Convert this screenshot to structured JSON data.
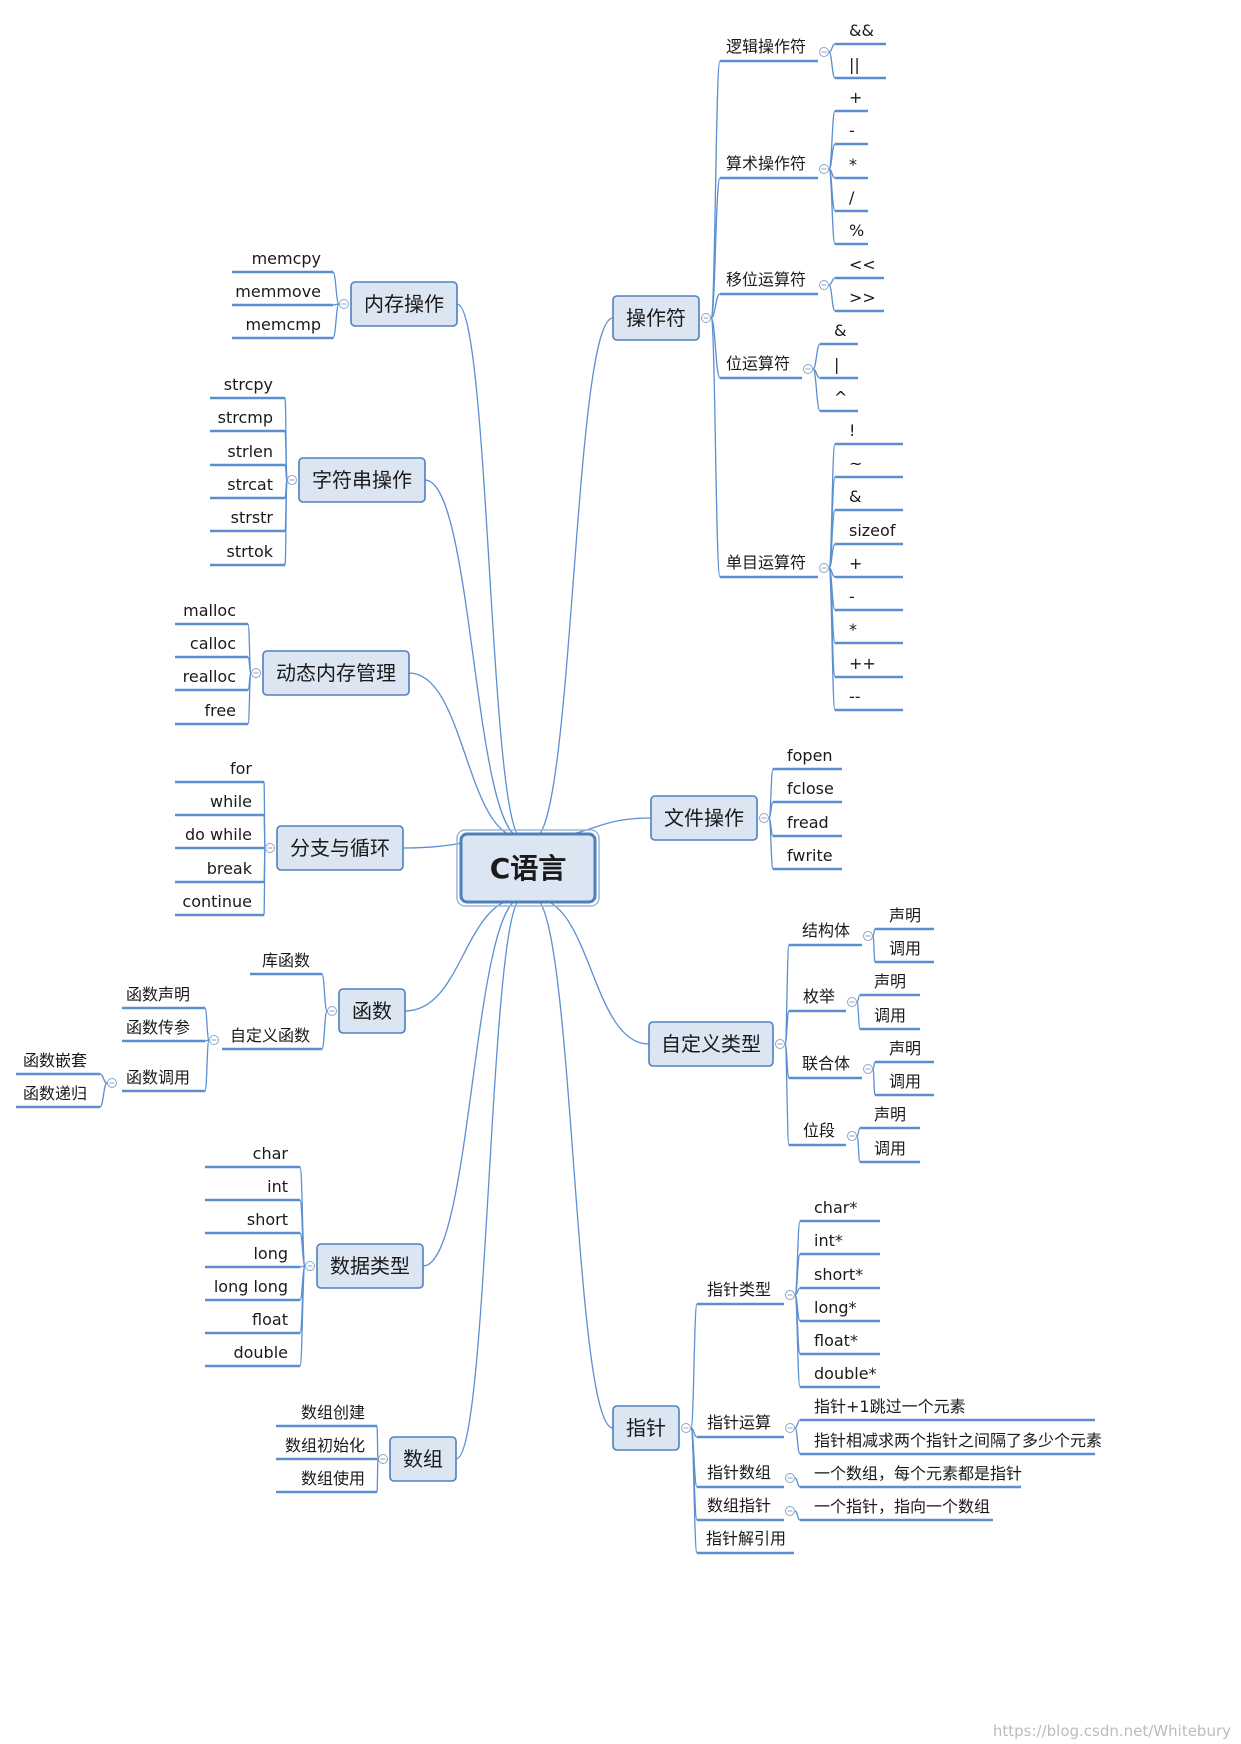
{
  "root": "C语言",
  "watermark": "https://blog.csdn.net/Whitebury",
  "colors": {
    "line": "#5b8fd1",
    "node_fill": "#dce6f2",
    "node_stroke": "#4e80bd",
    "root_fill": "#dce6f2",
    "root_stroke": "#4e80bd"
  },
  "branches": [
    {
      "label": "操作符",
      "children": [
        {
          "label": "逻辑操作符",
          "children": [
            {
              "label": "&&"
            },
            {
              "label": "||"
            }
          ]
        },
        {
          "label": "算术操作符",
          "children": [
            {
              "label": "+"
            },
            {
              "label": "-"
            },
            {
              "label": "*"
            },
            {
              "label": "/"
            },
            {
              "label": "%"
            }
          ]
        },
        {
          "label": "移位运算符",
          "children": [
            {
              "label": "<<"
            },
            {
              "label": ">>"
            }
          ]
        },
        {
          "label": "位运算符",
          "children": [
            {
              "label": "&"
            },
            {
              "label": "|"
            },
            {
              "label": "^"
            }
          ]
        },
        {
          "label": "单目运算符",
          "children": [
            {
              "label": "!"
            },
            {
              "label": "~"
            },
            {
              "label": "&"
            },
            {
              "label": "sizeof"
            },
            {
              "label": "+"
            },
            {
              "label": "-"
            },
            {
              "label": "*"
            },
            {
              "label": "++"
            },
            {
              "label": "--"
            }
          ]
        }
      ]
    },
    {
      "label": "文件操作",
      "children": [
        {
          "label": "fopen"
        },
        {
          "label": "fclose"
        },
        {
          "label": "fread"
        },
        {
          "label": "fwrite"
        }
      ]
    },
    {
      "label": "自定义类型",
      "children": [
        {
          "label": "结构体",
          "children": [
            {
              "label": "声明"
            },
            {
              "label": "调用"
            }
          ]
        },
        {
          "label": "枚举",
          "children": [
            {
              "label": "声明"
            },
            {
              "label": "调用"
            }
          ]
        },
        {
          "label": "联合体",
          "children": [
            {
              "label": "声明"
            },
            {
              "label": "调用"
            }
          ]
        },
        {
          "label": "位段",
          "children": [
            {
              "label": "声明"
            },
            {
              "label": "调用"
            }
          ]
        }
      ]
    },
    {
      "label": "指针",
      "children": [
        {
          "label": "指针类型",
          "children": [
            {
              "label": "char*"
            },
            {
              "label": "int*"
            },
            {
              "label": "short*"
            },
            {
              "label": "long*"
            },
            {
              "label": "float*"
            },
            {
              "label": "double*"
            }
          ]
        },
        {
          "label": "指针运算",
          "children": [
            {
              "label": "指针+1跳过一个元素"
            },
            {
              "label": "指针相减求两个指针之间隔了多少个元素"
            }
          ]
        },
        {
          "label": "指针数组",
          "children": [
            {
              "label": "一个数组，每个元素都是指针"
            }
          ]
        },
        {
          "label": "数组指针",
          "children": [
            {
              "label": "一个指针，指向一个数组"
            }
          ]
        },
        {
          "label": "指针解引用"
        }
      ]
    },
    {
      "label": "内存操作",
      "children": [
        {
          "label": "memcpy"
        },
        {
          "label": "memmove"
        },
        {
          "label": "memcmp"
        }
      ]
    },
    {
      "label": "字符串操作",
      "children": [
        {
          "label": "strcpy"
        },
        {
          "label": "strcmp"
        },
        {
          "label": "strlen"
        },
        {
          "label": "strcat"
        },
        {
          "label": "strstr"
        },
        {
          "label": "strtok"
        }
      ]
    },
    {
      "label": "动态内存管理",
      "children": [
        {
          "label": "malloc"
        },
        {
          "label": "calloc"
        },
        {
          "label": "realloc"
        },
        {
          "label": "free"
        }
      ]
    },
    {
      "label": "分支与循环",
      "children": [
        {
          "label": "for"
        },
        {
          "label": "while"
        },
        {
          "label": "do while"
        },
        {
          "label": "break"
        },
        {
          "label": "continue"
        }
      ]
    },
    {
      "label": "函数",
      "children": [
        {
          "label": "库函数"
        },
        {
          "label": "自定义函数",
          "children": [
            {
              "label": "函数声明"
            },
            {
              "label": "函数传参"
            },
            {
              "label": "函数调用",
              "children": [
                {
                  "label": "函数嵌套"
                },
                {
                  "label": "函数递归"
                }
              ]
            }
          ]
        }
      ]
    },
    {
      "label": "数据类型",
      "children": [
        {
          "label": "char"
        },
        {
          "label": "int"
        },
        {
          "label": "short"
        },
        {
          "label": "long"
        },
        {
          "label": "long long"
        },
        {
          "label": "float"
        },
        {
          "label": "double"
        }
      ]
    },
    {
      "label": "数组",
      "children": [
        {
          "label": "数组创建"
        },
        {
          "label": "数组初始化"
        },
        {
          "label": "数组使用"
        }
      ]
    }
  ]
}
